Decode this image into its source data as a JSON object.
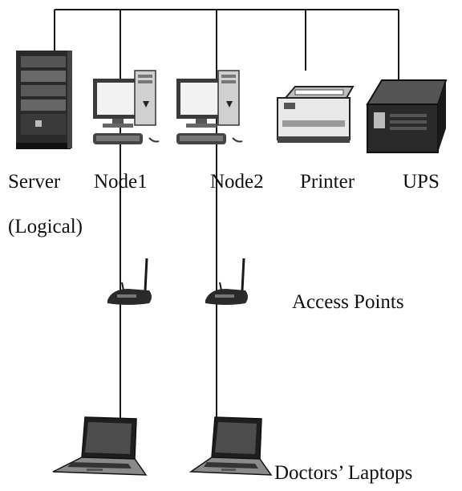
{
  "devices": {
    "server_label": "Server",
    "server_sublabel": "(Logical)",
    "node1_label": "Node1",
    "node2_label": "Node2",
    "printer_label": "Printer",
    "ups_label": "UPS"
  },
  "access_points_label": "Access Points",
  "laptops_label": "Doctors’ Laptops",
  "colors": {
    "line": "#1a1a1a",
    "device_dark": "#2a2a2a",
    "device_mid": "#777777",
    "device_light": "#d8d8d8"
  }
}
